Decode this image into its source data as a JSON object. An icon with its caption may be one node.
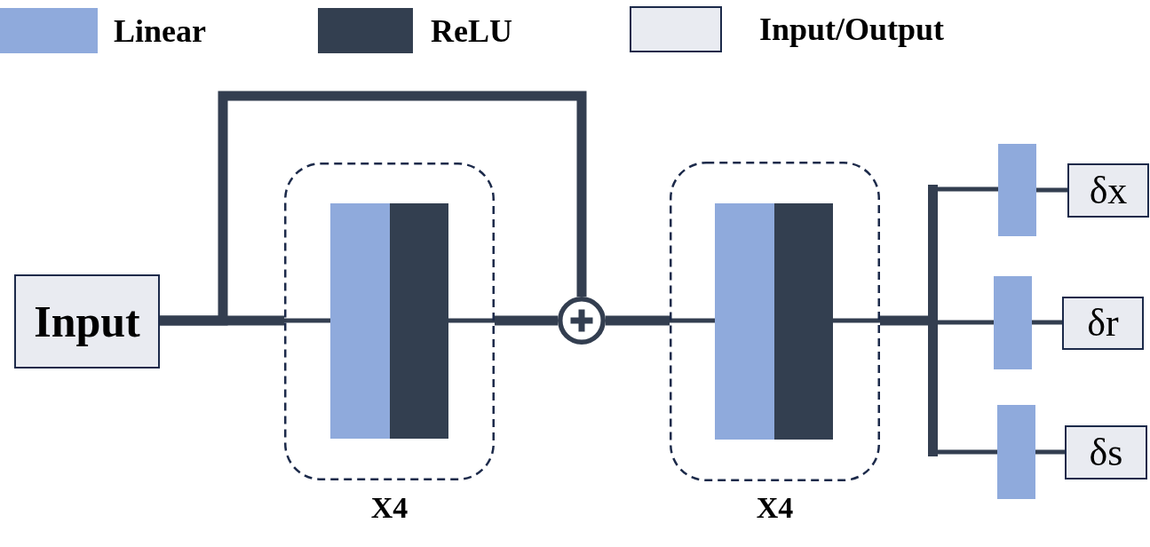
{
  "diagram": {
    "nodes": [
      {
        "text": [
          "Input"
        ]
      },
      {
        "text": [
          "X4"
        ]
      },
      {
        "text": [],
        "shape": "bar",
        "in": 1
      },
      {
        "text": [],
        "shape": "bar",
        "in": 1
      },
      {
        "text": [],
        "shape": "circle"
      },
      {
        "text": [
          "X4"
        ]
      },
      {
        "text": [],
        "shape": "bar",
        "in": 5
      },
      {
        "text": [],
        "shape": "bar",
        "in": 5
      },
      {
        "text": [],
        "shape": "bar"
      },
      {
        "text": [],
        "shape": "bar"
      },
      {
        "text": [],
        "shape": "bar"
      },
      {
        "text": [],
        "shape": "bar"
      },
      {
        "text": [
          "δx"
        ]
      },
      {
        "text": [
          "δr"
        ]
      },
      {
        "text": [
          "δs"
        ]
      }
    ],
    "edges": [
      {
        "from": 0,
        "to": 1,
        "arrow": "none",
        "style": "thick"
      },
      {
        "from": 1,
        "to": 2,
        "arrow": "none"
      },
      {
        "from": 3,
        "to": 1,
        "arrow": "none"
      },
      {
        "from": 1,
        "to": 4,
        "arrow": "none",
        "style": "thick"
      },
      {
        "from": 0,
        "to": 4,
        "arrow": "none",
        "style": "thick"
      },
      {
        "from": 4,
        "to": 5,
        "arrow": "none",
        "style": "thick"
      },
      {
        "from": 5,
        "to": 6,
        "arrow": "none"
      },
      {
        "from": 7,
        "to": 5,
        "arrow": "none"
      },
      {
        "from": 5,
        "to": 8,
        "arrow": "none",
        "style": "thick"
      },
      {
        "from": 8,
        "to": 9,
        "arrow": "none"
      },
      {
        "from": 8,
        "to": 10,
        "arrow": "none"
      },
      {
        "from": 8,
        "to": 11,
        "arrow": "none"
      },
      {
        "from": 9,
        "to": 12,
        "arrow": "none"
      },
      {
        "from": 10,
        "to": 13,
        "arrow": "none"
      },
      {
        "from": 11,
        "to": 14,
        "arrow": "none"
      }
    ],
    "legend": [
      {
        "text": "Linear",
        "color": "#8faadc"
      },
      {
        "text": "ReLU",
        "color": "#333f50"
      },
      {
        "text": "Input/Output",
        "color": "#e9ebf1"
      }
    ]
  }
}
